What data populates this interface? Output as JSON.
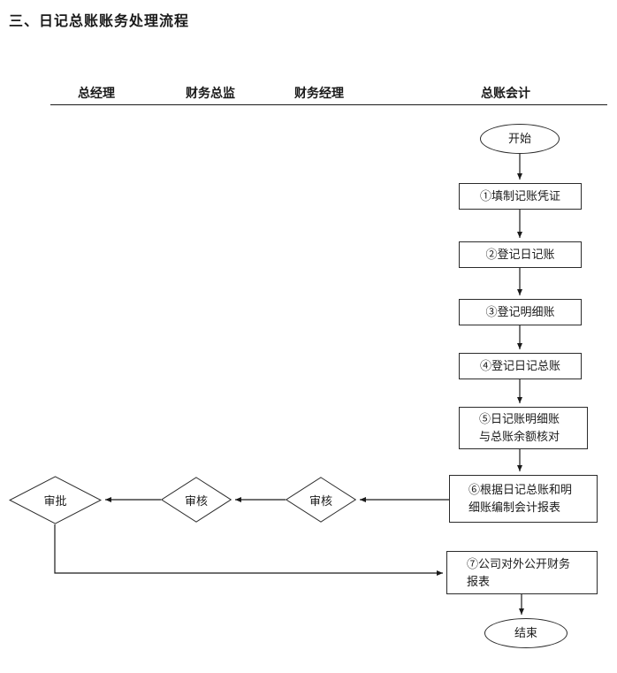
{
  "title": "三、日记总账账务处理流程",
  "lanes": [
    {
      "label": "总经理"
    },
    {
      "label": "财务总监"
    },
    {
      "label": "财务经理"
    },
    {
      "label": "总账会计"
    }
  ],
  "nodes": {
    "start": "开始",
    "step1": "①填制记账凭证",
    "step2": "②登记日记账",
    "step3": "③登记明细账",
    "step4": "④登记日记总账",
    "step5": "⑤日记账明细账与总账余额核对",
    "step6": "⑥根据日记总账和明细账编制会计报表",
    "step7": "⑦公司对外公开财务报表",
    "review_manager": "审核",
    "review_director": "审核",
    "approve": "审批",
    "end": "结束"
  },
  "colors": {
    "line": "#1a1a1a",
    "border": "#2b2b2b"
  }
}
